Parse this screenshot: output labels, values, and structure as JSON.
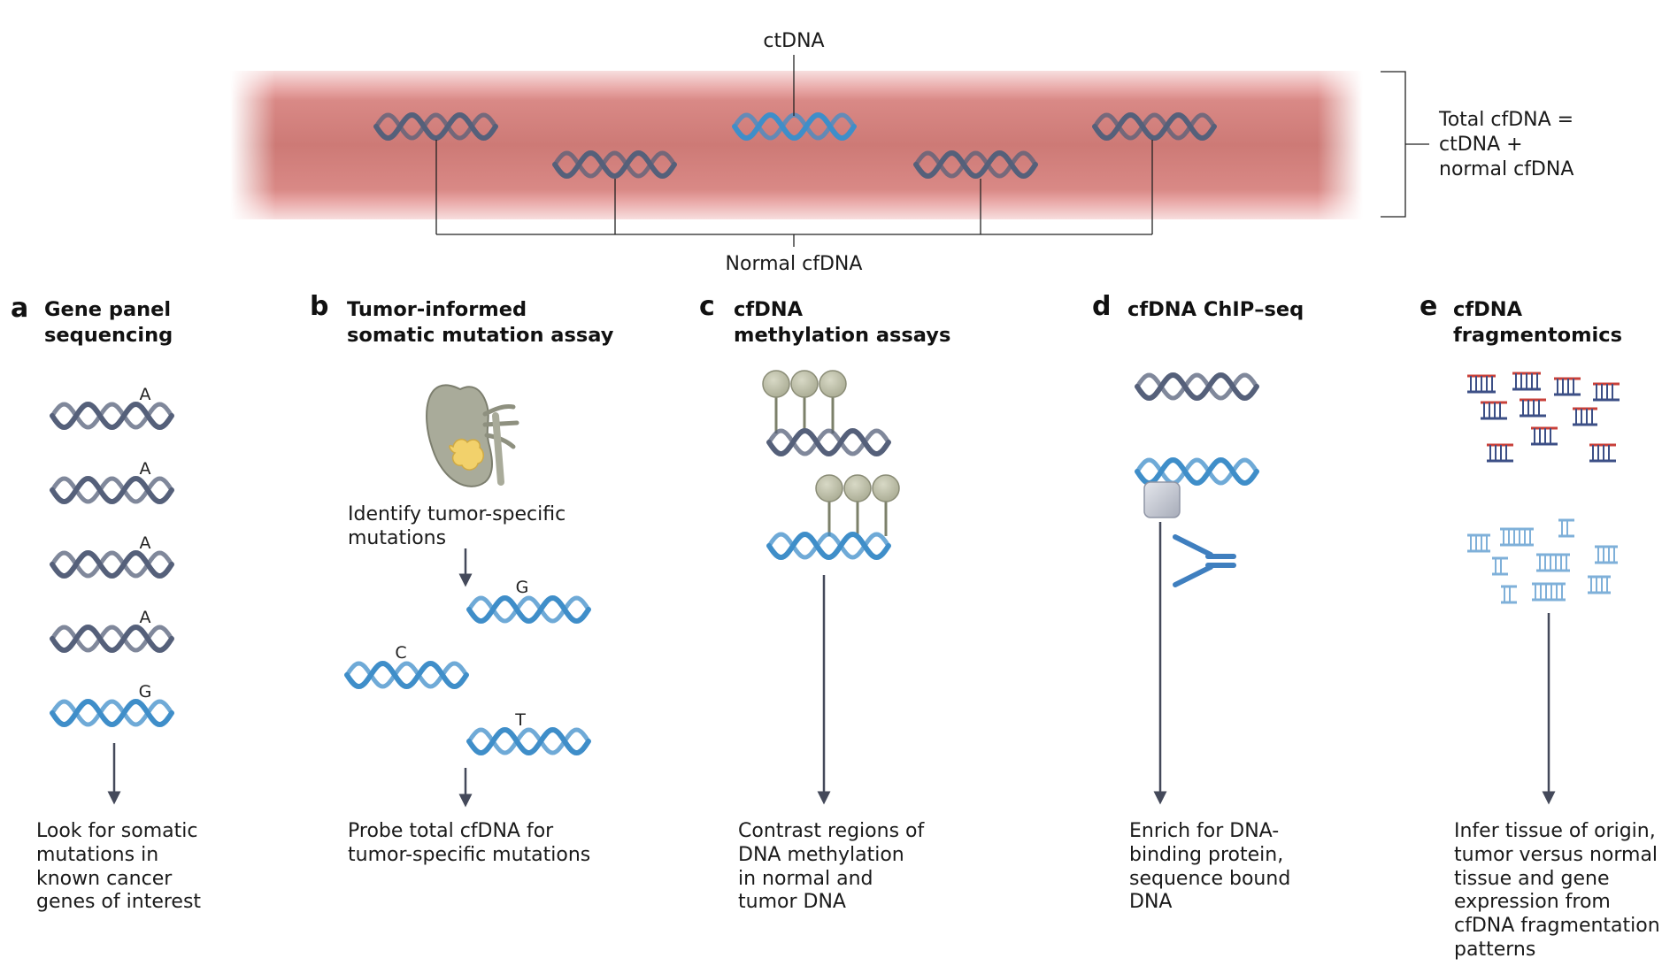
{
  "colors": {
    "normal_dna": "#55607a",
    "tumor_dna": "#3f8ec9",
    "vessel_outer": "#f1c6c6",
    "vessel_inner": "#cf7d79",
    "arrow": "#44495a",
    "methyl_ball": "#bdbfa9",
    "fragment_red": "#c8403a",
    "fragment_navy": "#3c4f86",
    "fragment_light": "#7fb0d9"
  },
  "vessel": {
    "ctdna_label": "ctDNA",
    "normal_label": "Normal cfDNA",
    "total_label": [
      "Total cfDNA =",
      "ctDNA +",
      "normal cfDNA"
    ]
  },
  "panels": [
    {
      "letter": "a",
      "title": [
        "Gene panel",
        "sequencing"
      ],
      "bases": [
        "A",
        "A",
        "A",
        "A",
        "G"
      ],
      "description": [
        "Look for somatic",
        "mutations in",
        "known cancer",
        "genes of interest"
      ]
    },
    {
      "letter": "b",
      "title": [
        "Tumor-informed",
        "somatic mutation assay"
      ],
      "step_text": [
        "Identify tumor-specific",
        "mutations"
      ],
      "bases": [
        "G",
        "C",
        "T"
      ],
      "description": [
        "Probe total cfDNA for",
        "tumor-specific mutations"
      ]
    },
    {
      "letter": "c",
      "title": [
        "cfDNA",
        "methylation assays"
      ],
      "description": [
        "Contrast regions of",
        "DNA methylation",
        "in normal and",
        "tumor DNA"
      ]
    },
    {
      "letter": "d",
      "title": [
        "cfDNA ChIP–seq"
      ],
      "description": [
        "Enrich for DNA-",
        "binding protein,",
        "sequence bound",
        "DNA"
      ]
    },
    {
      "letter": "e",
      "title": [
        "cfDNA",
        "fragmentomics"
      ],
      "description": [
        "Infer tissue of origin,",
        "tumor versus normal",
        "tissue and gene",
        "expression from",
        "cfDNA fragmentation",
        "patterns"
      ]
    }
  ]
}
